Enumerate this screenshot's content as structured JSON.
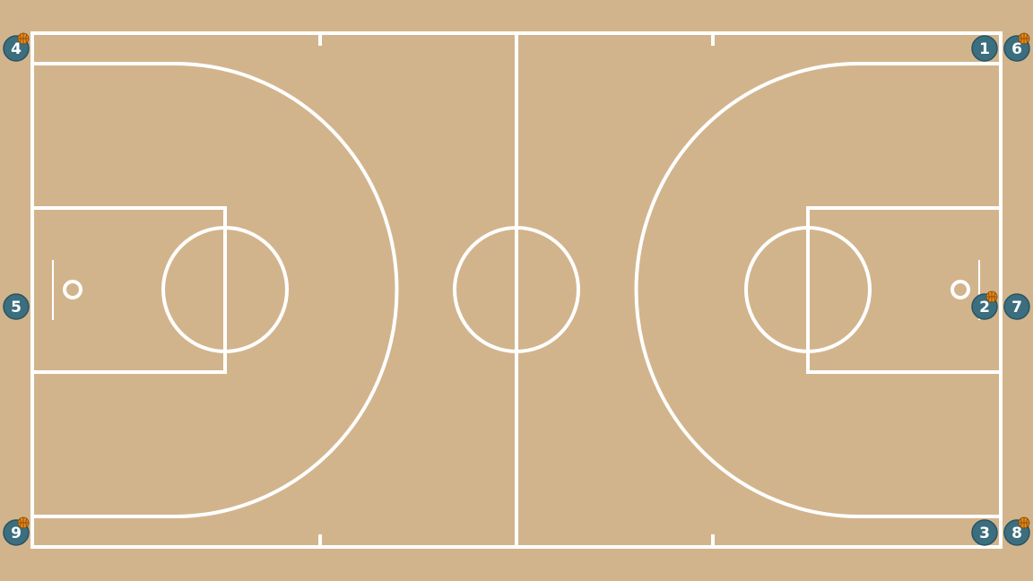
{
  "colors": {
    "floor": "#d2b48c",
    "lines": "#ffffff",
    "player": "#3b6e7e",
    "ball": "#e8891a"
  },
  "players": [
    {
      "label": "1",
      "ball": false
    },
    {
      "label": "2",
      "ball": true
    },
    {
      "label": "3",
      "ball": false
    },
    {
      "label": "4",
      "ball": true
    },
    {
      "label": "5",
      "ball": false
    },
    {
      "label": "6",
      "ball": true
    },
    {
      "label": "7",
      "ball": false
    },
    {
      "label": "8",
      "ball": true
    },
    {
      "label": "9",
      "ball": true
    }
  ]
}
